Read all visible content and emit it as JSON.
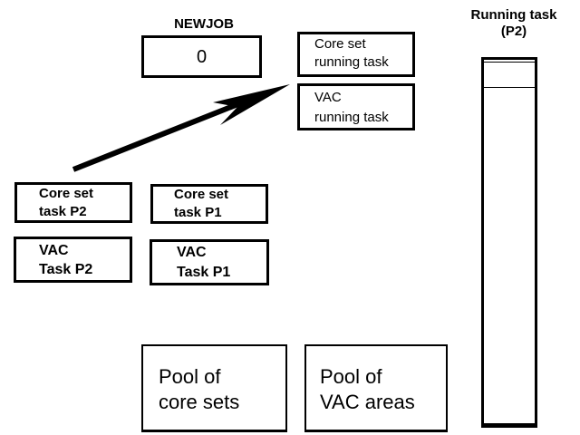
{
  "newjob": {
    "title": "NEWJOB",
    "value": "0"
  },
  "running_boxes": {
    "core_set": "Core set\nrunning task",
    "vac": "VAC\nrunning task"
  },
  "task_boxes": {
    "core_set_p2": "Core set\ntask P2",
    "core_set_p1": "Core set\ntask P1",
    "vac_p2": "VAC\nTask P2",
    "vac_p1": "VAC\nTask P1"
  },
  "pools": {
    "core_sets": "Pool of\ncore sets",
    "vac_areas": "Pool of\nVAC areas"
  },
  "running_task_column": {
    "title": "Running task\n(P2)"
  },
  "arrow": {
    "from": "task-area",
    "to": "vac-running-task",
    "color": "#000000"
  }
}
